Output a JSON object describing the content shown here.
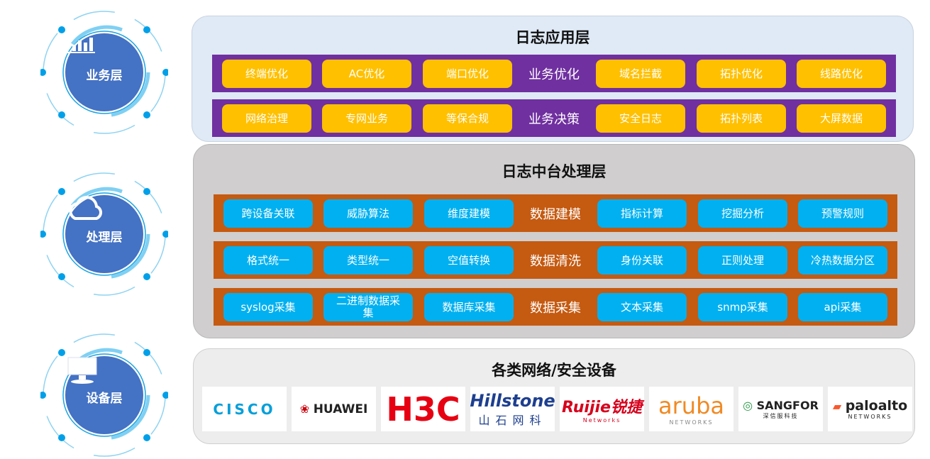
{
  "layers": [
    {
      "label": "业务层",
      "icon": "bar-chart-icon"
    },
    {
      "label": "处理层",
      "icon": "cloud-icon"
    },
    {
      "label": "设备层",
      "icon": "monitor-icon"
    }
  ],
  "app_layer": {
    "title": "日志应用层",
    "rows": [
      {
        "label": "业务优化",
        "items": [
          "终端优化",
          "AC优化",
          "端口优化",
          "域名拦截",
          "拓扑优化",
          "线路优化"
        ]
      },
      {
        "label": "业务决策",
        "items": [
          "网络治理",
          "专网业务",
          "等保合规",
          "安全日志",
          "拓扑列表",
          "大屏数据"
        ]
      }
    ]
  },
  "process_layer": {
    "title": "日志中台处理层",
    "rows": [
      {
        "label": "数据建模",
        "items": [
          "跨设备关联",
          "威胁算法",
          "维度建模",
          "指标计算",
          "挖掘分析",
          "预警规则"
        ]
      },
      {
        "label": "数据清洗",
        "items": [
          "格式统一",
          "类型统一",
          "空值转换",
          "身份关联",
          "正则处理",
          "冷热数据分区"
        ]
      },
      {
        "label": "数据采集",
        "items": [
          "syslog采集",
          "二进制数据采集",
          "数据库采集",
          "文本采集",
          "snmp采集",
          "api采集"
        ]
      }
    ]
  },
  "device_layer": {
    "title": "各类网络/安全设备",
    "vendors": [
      {
        "name": "CISCO",
        "sub": ""
      },
      {
        "name": "HUAWEI",
        "sub": ""
      },
      {
        "name": "H3C",
        "sub": ""
      },
      {
        "name": "Hillstone",
        "sub": "山石网科"
      },
      {
        "name": "Ruijie锐捷",
        "sub": "Networks"
      },
      {
        "name": "aruba",
        "sub": "NETWORKS"
      },
      {
        "name": "SANGFOR",
        "sub": "深信服科技"
      },
      {
        "name": "paloalto",
        "sub": "NETWORKS"
      }
    ]
  },
  "colors": {
    "badge": "#4472c4",
    "app_bg": "#dfeaf6",
    "app_row": "#7030a0",
    "app_chip": "#ffc000",
    "proc_bg": "#d0cece",
    "proc_row": "#c55a11",
    "proc_chip": "#00b0f0",
    "dev_bg": "#ededed"
  }
}
